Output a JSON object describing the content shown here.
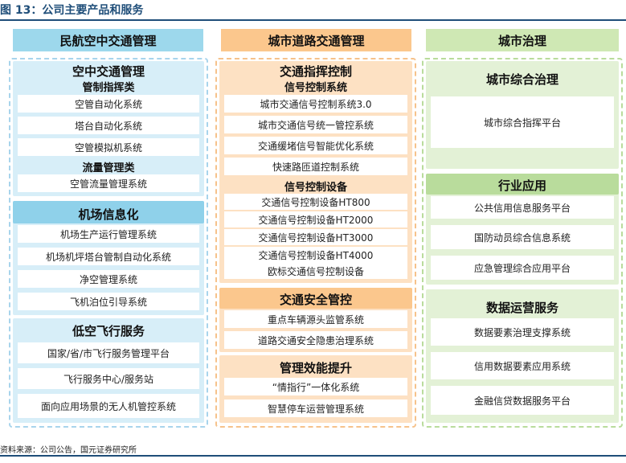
{
  "figure": {
    "title": "图 13：公司主要产品和服务",
    "source": "资料来源：公司公告，国元证券研究所"
  },
  "colors": {
    "blue_header": "#9dd8ec",
    "orange_header": "#fbc78d",
    "green_header": "#cfe8b4",
    "title_color": "#1f4e79"
  },
  "columns": [
    {
      "header": "民航空中交通管理",
      "groups": [
        {
          "title": "空中交通管理",
          "subgroups": [
            {
              "title": "管制指挥类",
              "items": [
                "空管自动化系统",
                "塔台自动化系统",
                "空管模拟机系统"
              ]
            },
            {
              "title": "流量管理类",
              "items": [
                "空管流量管理系统"
              ]
            }
          ]
        },
        {
          "title": "机场信息化",
          "items": [
            "机场生产运行管理系统",
            "机场机坪塔台管制自动化系统",
            "净空管理系统",
            "飞机泊位引导系统"
          ]
        },
        {
          "title": "低空飞行服务",
          "items": [
            "国家/省/市飞行服务管理平台",
            "飞行服务中心/服务站",
            "面向应用场景的无人机管控系统"
          ]
        }
      ]
    },
    {
      "header": "城市道路交通管理",
      "groups": [
        {
          "title": "交通指挥控制",
          "subgroups": [
            {
              "title": "信号控制系统",
              "items": [
                "城市交通信号控制系统3.0",
                "城市交通信号统一管控系统",
                "交通缓堵信号智能优化系统",
                "快速路匝道控制系统"
              ]
            },
            {
              "title": "信号控制设备",
              "items": [
                "交通信号控制设备HT800",
                "交通信号控制设备HT2000",
                "交通信号控制设备HT3000",
                "交通信号控制设备HT4000",
                "欧标交通信号控制设备"
              ]
            }
          ]
        },
        {
          "title": "交通安全管控",
          "items": [
            "重点车辆源头监管系统",
            "道路交通安全隐患治理系统"
          ]
        },
        {
          "title": "管理效能提升",
          "items": [
            "“情指行”一体化系统",
            "智慧停车运营管理系统"
          ]
        }
      ]
    },
    {
      "header": "城市治理",
      "groups": [
        {
          "title": "城市综合治理",
          "items": [
            "城市综合指挥平台"
          ]
        },
        {
          "title": "行业应用",
          "items": [
            "公共信用信息服务平台",
            "国防动员综合信息系统",
            "应急管理综合应用平台"
          ]
        },
        {
          "title": "数据运营服务",
          "items": [
            "数据要素治理支撑系统",
            "信用数据要素应用系统",
            "金融信贷数据服务平台"
          ]
        }
      ]
    }
  ]
}
